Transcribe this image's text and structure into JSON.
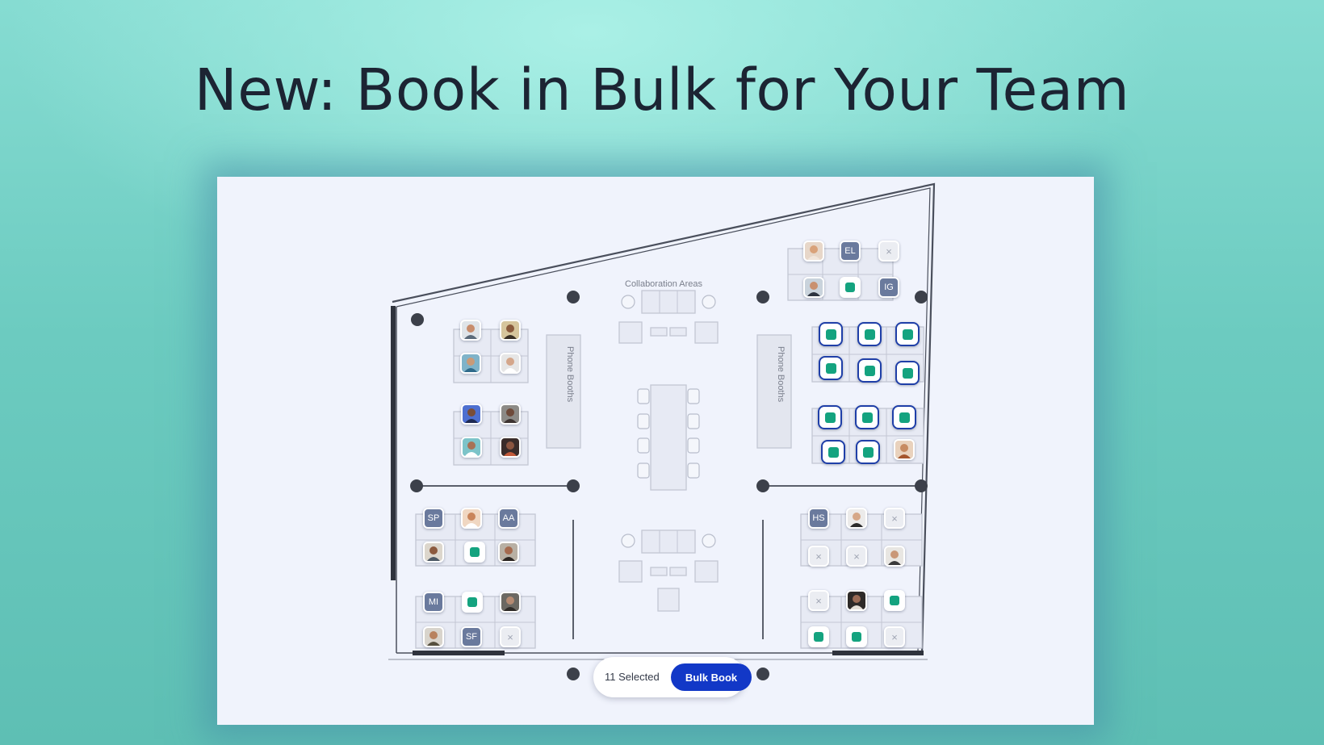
{
  "headline": "New: Book in Bulk for Your Team",
  "floor_plan": {
    "collaboration_label": "Collaboration Areas",
    "phone_booths_left": "Phone Booths",
    "phone_booths_right": "Phone Booths",
    "initials": {
      "el": "EL",
      "ig": "IG",
      "sp": "SP",
      "aa": "AA",
      "mi": "MI",
      "sf": "SF",
      "hs": "HS"
    },
    "unavailable_symbol": "×"
  },
  "bulk_bar": {
    "selected_text": "11 Selected",
    "button_label": "Bulk Book"
  },
  "colors": {
    "accent_blue": "#1238c7",
    "available_green": "#14a37f",
    "initials_bg": "#6a7a9d"
  }
}
